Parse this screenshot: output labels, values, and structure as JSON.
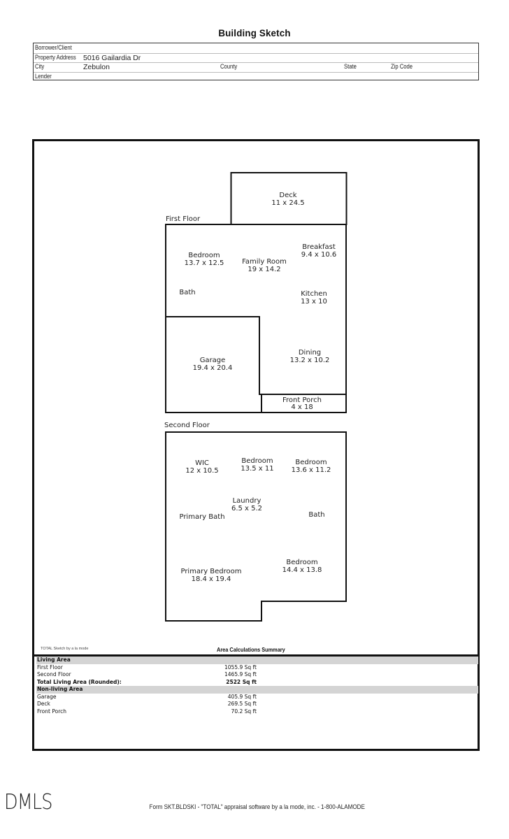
{
  "document": {
    "title": "Building Sketch"
  },
  "header": {
    "rows": [
      {
        "label": "Borrower/Client",
        "value": ""
      },
      {
        "label": "Property Address",
        "value": "5016 Gailardia Dr"
      },
      {
        "label": "City",
        "value": "Zebulon"
      },
      {
        "label": "Lender",
        "value": ""
      }
    ],
    "county_label": "County",
    "state_label": "State",
    "zip_label": "Zip Code"
  },
  "sketch": {
    "first_floor": {
      "label": "First Floor",
      "rooms": [
        {
          "name": "Deck",
          "dims": "11 x 24.5"
        },
        {
          "name": "Bedroom",
          "dims": "13.7 x 12.5"
        },
        {
          "name": "Family Room",
          "dims": "19 x 14.2"
        },
        {
          "name": "Breakfast",
          "dims": "9.4 x 10.6"
        },
        {
          "name": "Bath",
          "dims": ""
        },
        {
          "name": "Kitchen",
          "dims": "13 x 10"
        },
        {
          "name": "Garage",
          "dims": "19.4 x 20.4"
        },
        {
          "name": "Dining",
          "dims": "13.2 x 10.2"
        },
        {
          "name": "Front Porch",
          "dims": "4 x 18"
        }
      ]
    },
    "second_floor": {
      "label": "Second Floor",
      "rooms": [
        {
          "name": "WIC",
          "dims": "12 x 10.5"
        },
        {
          "name": "Bedroom",
          "dims": "13.5 x 11"
        },
        {
          "name": "Bedroom",
          "dims": "13.6 x 11.2"
        },
        {
          "name": "Laundry",
          "dims": "6.5 x 5.2"
        },
        {
          "name": "Primary Bath",
          "dims": ""
        },
        {
          "name": "Bath",
          "dims": ""
        },
        {
          "name": "Primary Bedroom",
          "dims": "18.4 x 19.4"
        },
        {
          "name": "Bedroom",
          "dims": "14.4 x 13.8"
        }
      ]
    }
  },
  "area_summary": {
    "brand_note": "TOTAL Sketch by a la mode",
    "title": "Area Calculations Summary",
    "living_area": {
      "heading": "Living Area",
      "rows": [
        {
          "label": "First Floor",
          "value": "1055.9 Sq ft"
        },
        {
          "label": "Second Floor",
          "value": "1465.9 Sq ft"
        }
      ],
      "total": {
        "label": "Total Living Area (Rounded):",
        "value": "2522 Sq ft"
      }
    },
    "non_living_area": {
      "heading": "Non-living Area",
      "rows": [
        {
          "label": "Garage",
          "value": "405.9 Sq ft"
        },
        {
          "label": "Deck",
          "value": "269.5 Sq ft"
        },
        {
          "label": "Front Porch",
          "value": "70.2 Sq ft"
        }
      ]
    }
  },
  "footer": {
    "logo": "DMLS",
    "form_text": "Form SKT.BLDSKI - \"TOTAL\" appraisal software by a la mode, inc. - 1-800-ALAMODE"
  }
}
